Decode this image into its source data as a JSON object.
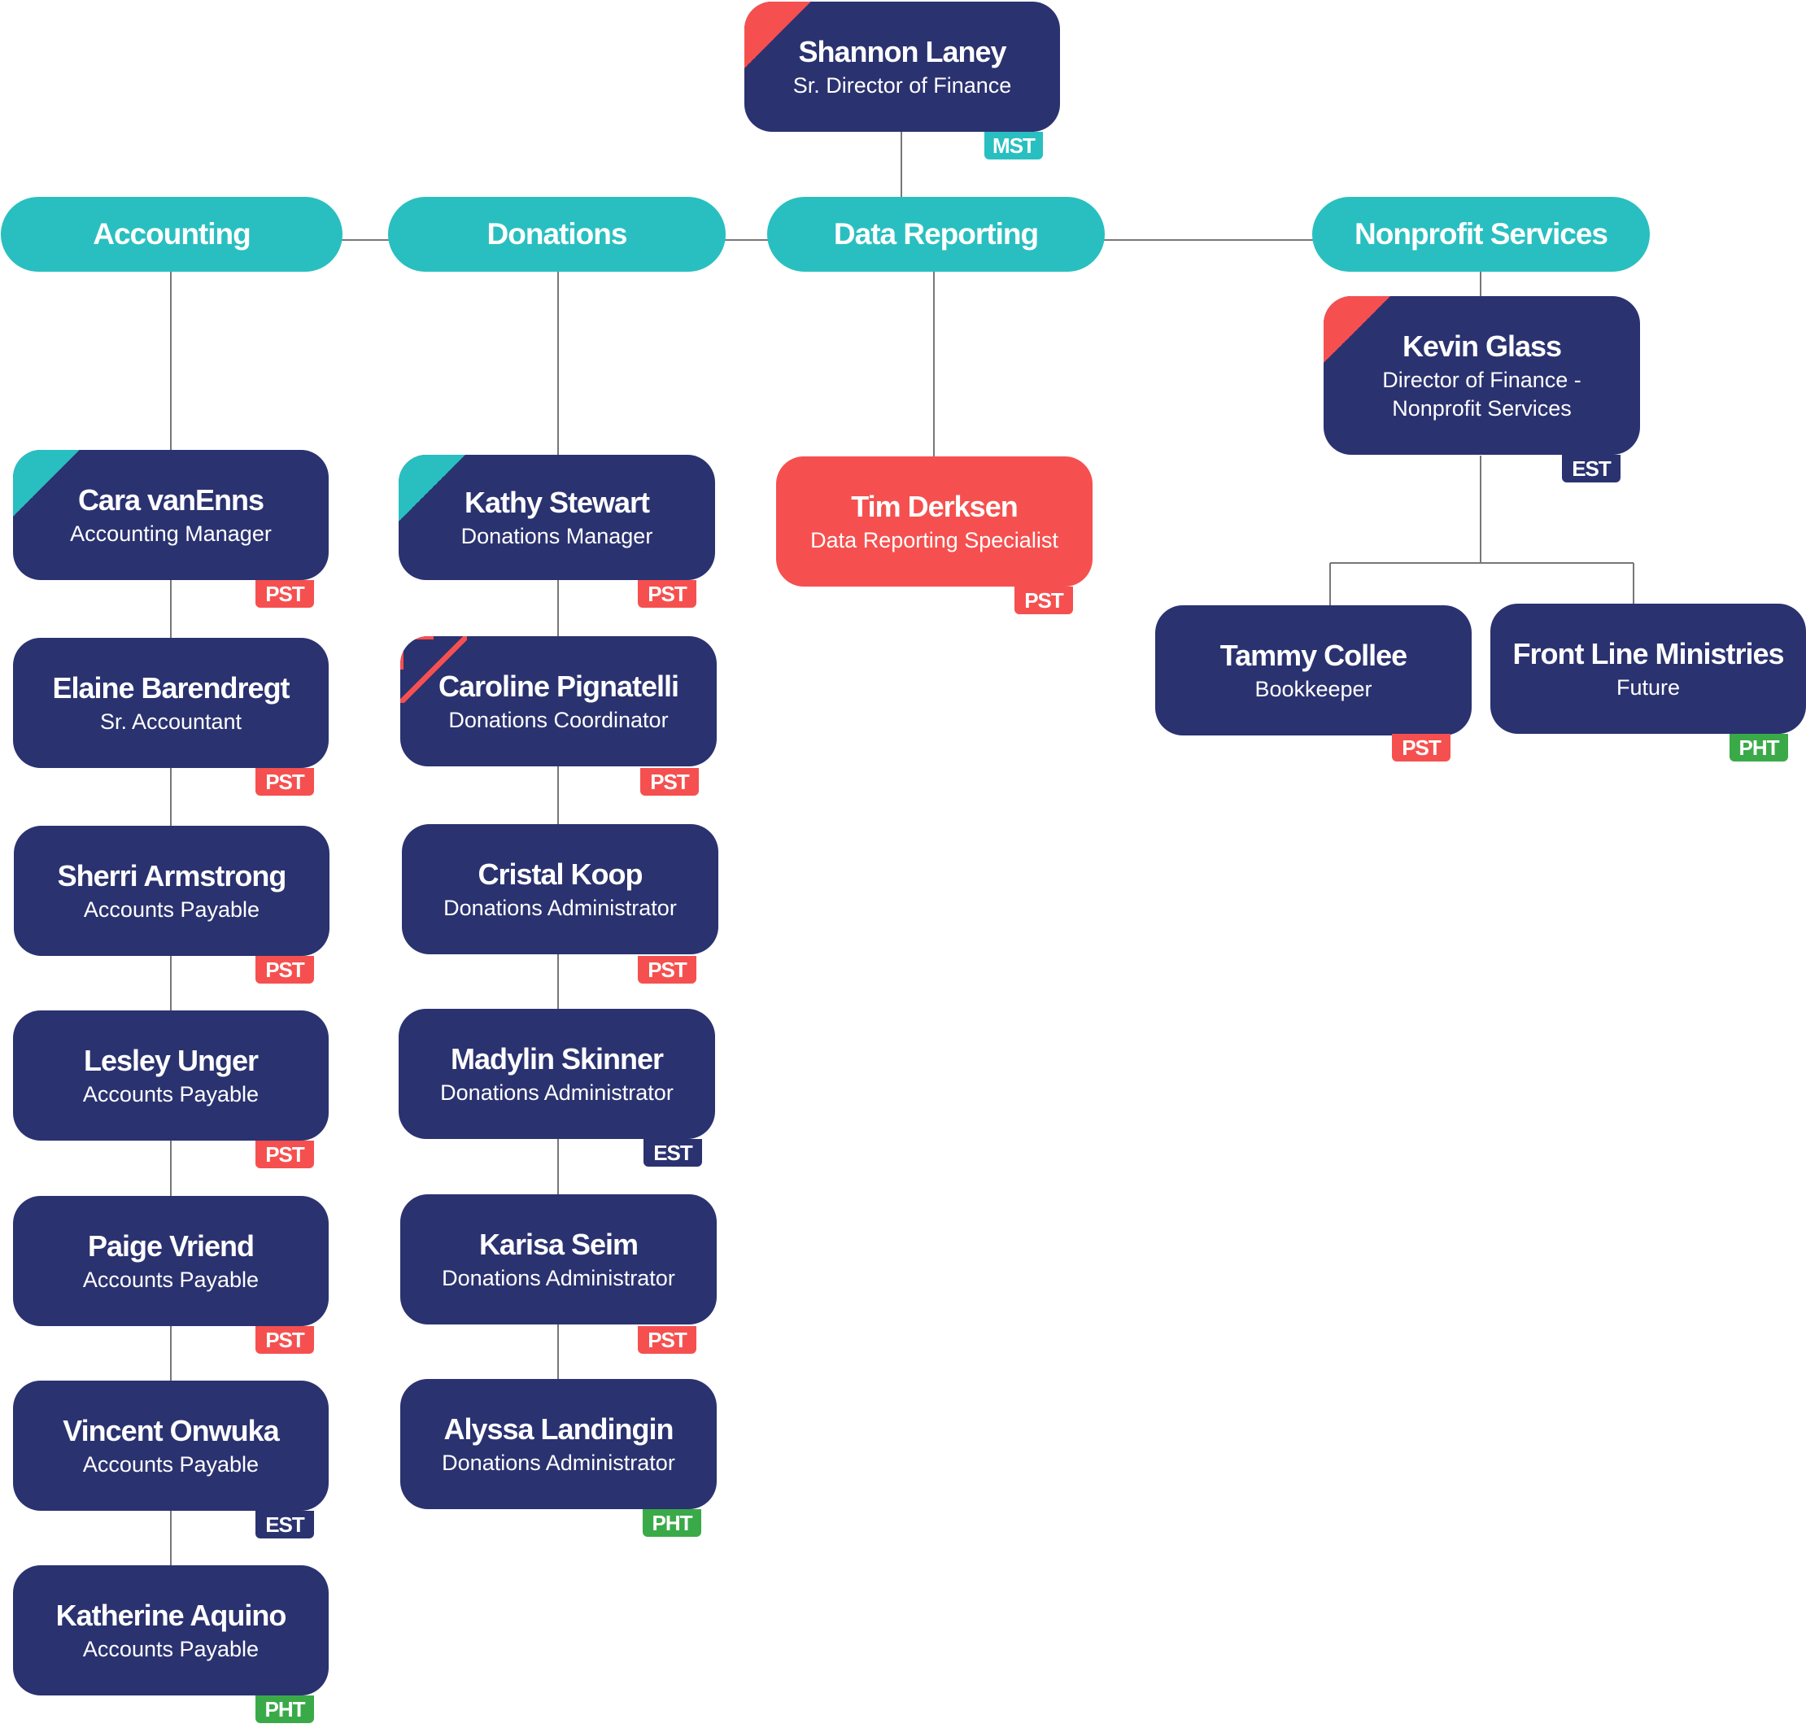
{
  "colors": {
    "navy": "#2b3270",
    "red": "#f5504f",
    "teal": "#29bfc0",
    "green": "#3aaa48",
    "connector": "#777777"
  },
  "top": {
    "name": "Shannon Laney",
    "role": "Sr. Director of Finance",
    "tz": "MST"
  },
  "departments": [
    {
      "label": "Accounting"
    },
    {
      "label": "Donations"
    },
    {
      "label": "Data Reporting"
    },
    {
      "label": "Nonprofit Services"
    }
  ],
  "accounting": [
    {
      "name": "Cara vanEnns",
      "role": "Accounting Manager",
      "tz": "PST"
    },
    {
      "name": "Elaine Barendregt",
      "role": "Sr. Accountant",
      "tz": "PST"
    },
    {
      "name": "Sherri Armstrong",
      "role": "Accounts Payable",
      "tz": "PST"
    },
    {
      "name": "Lesley Unger",
      "role": "Accounts Payable",
      "tz": "PST"
    },
    {
      "name": "Paige Vriend",
      "role": "Accounts Payable",
      "tz": "PST"
    },
    {
      "name": "Vincent Onwuka",
      "role": "Accounts Payable",
      "tz": "EST"
    },
    {
      "name": "Katherine Aquino",
      "role": "Accounts Payable",
      "tz": "PHT"
    }
  ],
  "donations": [
    {
      "name": "Kathy Stewart",
      "role": "Donations Manager",
      "tz": "PST"
    },
    {
      "name": "Caroline Pignatelli",
      "role": "Donations Coordinator",
      "tz": "PST"
    },
    {
      "name": "Cristal Koop",
      "role": "Donations Administrator",
      "tz": "PST"
    },
    {
      "name": "Madylin Skinner",
      "role": "Donations Administrator",
      "tz": "EST"
    },
    {
      "name": "Karisa Seim",
      "role": "Donations Administrator",
      "tz": "PST"
    },
    {
      "name": "Alyssa Landingin",
      "role": "Donations Administrator",
      "tz": "PHT"
    }
  ],
  "data_reporting": {
    "name": "Tim Derksen",
    "role": "Data Reporting Specialist",
    "tz": "PST"
  },
  "nonprofit": {
    "lead": {
      "name": "Kevin Glass",
      "role": "Director of Finance -\nNonprofit Services",
      "tz": "EST"
    },
    "reports": [
      {
        "name": "Tammy Collee",
        "role": "Bookkeeper",
        "tz": "PST"
      },
      {
        "name": "Front Line Ministries",
        "role": "Future",
        "tz": "PHT"
      }
    ]
  }
}
